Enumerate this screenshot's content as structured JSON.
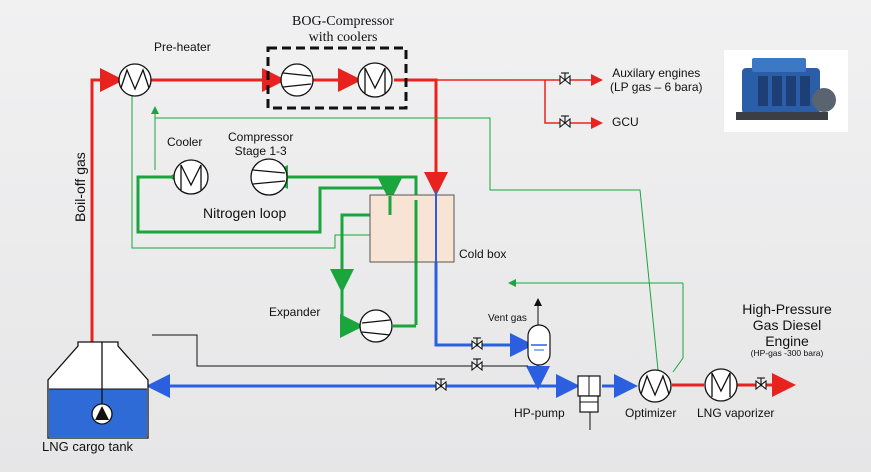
{
  "labels": {
    "bog_compressor_line1": "BOG-Compressor",
    "bog_compressor_line2": "with coolers",
    "preheater": "Pre-heater",
    "aux_engines_line1": "Auxilary engines",
    "aux_engines_line2": "(LP gas – 6 bara)",
    "gcu": "GCU",
    "boil_off_gas": "Boil-off gas",
    "cooler": "Cooler",
    "compressor_line1": "Compressor",
    "compressor_line2": "Stage 1-3",
    "nitrogen_loop": "Nitrogen loop",
    "cold_box": "Cold box",
    "expander": "Expander",
    "vent_gas": "Vent gas",
    "hp_engine_line1": "High-Pressure",
    "hp_engine_line2": "Gas Diesel",
    "hp_engine_line3": "Engine",
    "hp_engine_line4": "(HP-gas -300 bara)",
    "hp_pump": "HP-pump",
    "optimizer": "Optimizer",
    "lng_vaporizer": "LNG vaporizer",
    "lng_cargo_tank": "LNG cargo tank"
  },
  "colors": {
    "gas_line": "#e8231f",
    "liquid_line": "#2c5fe0",
    "nitrogen_line": "#1aa63c",
    "tank_liquid": "#2f6bd6",
    "equipment_stroke": "#111111"
  },
  "icons": {
    "heat_exchanger": "heat-exchanger-icon",
    "compressor": "compressor-icon",
    "valve": "valve-icon",
    "pump": "pump-icon",
    "engine_photo": "engine-photo"
  }
}
